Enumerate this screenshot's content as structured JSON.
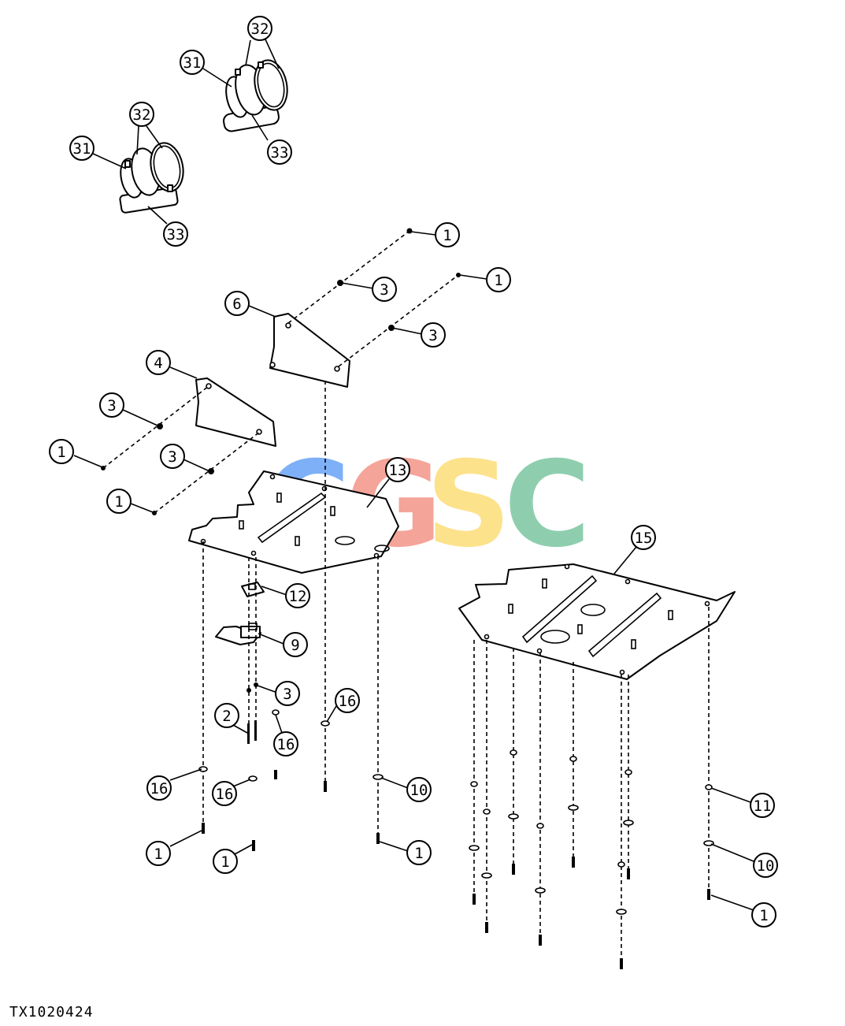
{
  "drawing_code": "TX1020424",
  "watermark": {
    "letters": [
      "C",
      "G",
      "S",
      "C"
    ],
    "colors": [
      "#5b9bf5",
      "#f28b7d",
      "#fddb6d",
      "#6fc199"
    ]
  },
  "callouts": {
    "c32a": "32",
    "c31a": "31",
    "c33a": "33",
    "c32b": "32",
    "c31b": "31",
    "c33b": "33",
    "c1a": "1",
    "c1b": "1",
    "c3a": "3",
    "c3b": "3",
    "c6": "6",
    "c4": "4",
    "c3c": "3",
    "c1c": "1",
    "c3d": "3",
    "c1d": "1",
    "c13": "13",
    "c12": "12",
    "c9": "9",
    "c3e": "3",
    "c2": "2",
    "c16a": "16",
    "c16b": "16",
    "c16c": "16",
    "c16d": "16",
    "c10a": "10",
    "c1e": "1",
    "c1f": "1",
    "c1g": "1",
    "c15": "15",
    "c11": "11",
    "c10b": "10",
    "c1h": "1"
  }
}
